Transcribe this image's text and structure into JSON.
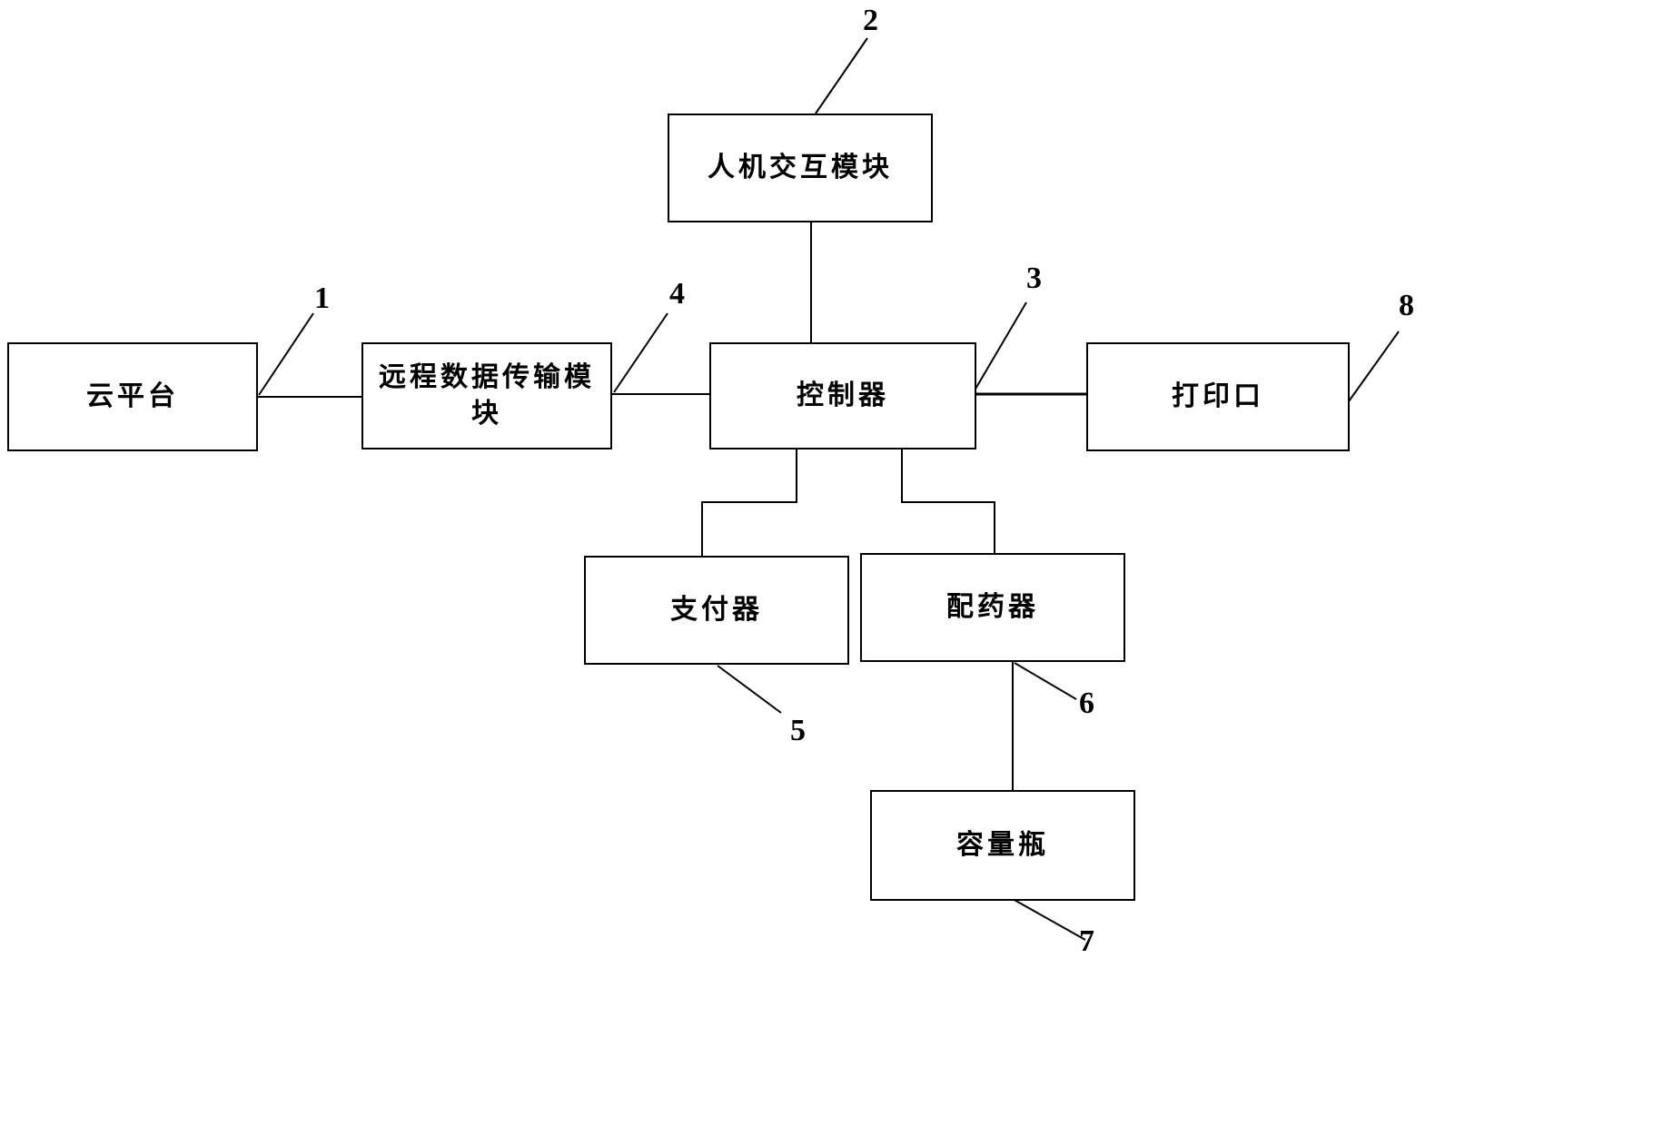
{
  "diagram": {
    "type": "block-diagram",
    "nodes": [
      {
        "id": "1",
        "label": "云平台"
      },
      {
        "id": "2",
        "label": "人机交互模块"
      },
      {
        "id": "3",
        "label": "控制器"
      },
      {
        "id": "4",
        "label": "远程数据传输模块"
      },
      {
        "id": "5",
        "label": "支付器"
      },
      {
        "id": "6",
        "label": "配药器"
      },
      {
        "id": "7",
        "label": "容量瓶"
      },
      {
        "id": "8",
        "label": "打印口"
      }
    ],
    "reference_numbers": [
      "1",
      "2",
      "3",
      "4",
      "5",
      "6",
      "7",
      "8"
    ],
    "edges": [
      {
        "from": "1",
        "to": "4"
      },
      {
        "from": "4",
        "to": "3"
      },
      {
        "from": "2",
        "to": "3"
      },
      {
        "from": "3",
        "to": "8"
      },
      {
        "from": "3",
        "to": "5"
      },
      {
        "from": "3",
        "to": "6"
      },
      {
        "from": "6",
        "to": "7"
      }
    ]
  }
}
